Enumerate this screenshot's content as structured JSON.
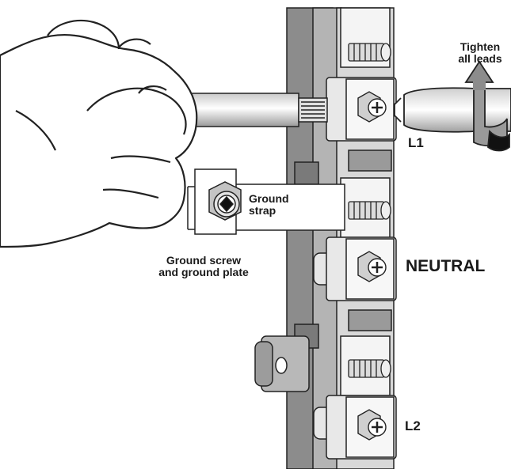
{
  "labels": {
    "tighten_line1": "Tighten",
    "tighten_line2": "all leads",
    "l1": "L1",
    "ground_strap_line1": "Ground",
    "ground_strap_line2": "strap",
    "ground_screw_line1": "Ground screw",
    "ground_screw_line2": "and ground plate",
    "neutral": "NEUTRAL",
    "l2": "L2"
  },
  "colors": {
    "outline": "#222222",
    "block_dark": "#8c8c8c",
    "block_mid": "#b4b4b4",
    "block_light": "#d8d8d8",
    "face_white": "#f4f4f4"
  },
  "icons": [
    "hand-icon",
    "wire-icon",
    "screwdriver-icon",
    "rotate-arrow-icon",
    "screw-icon"
  ]
}
